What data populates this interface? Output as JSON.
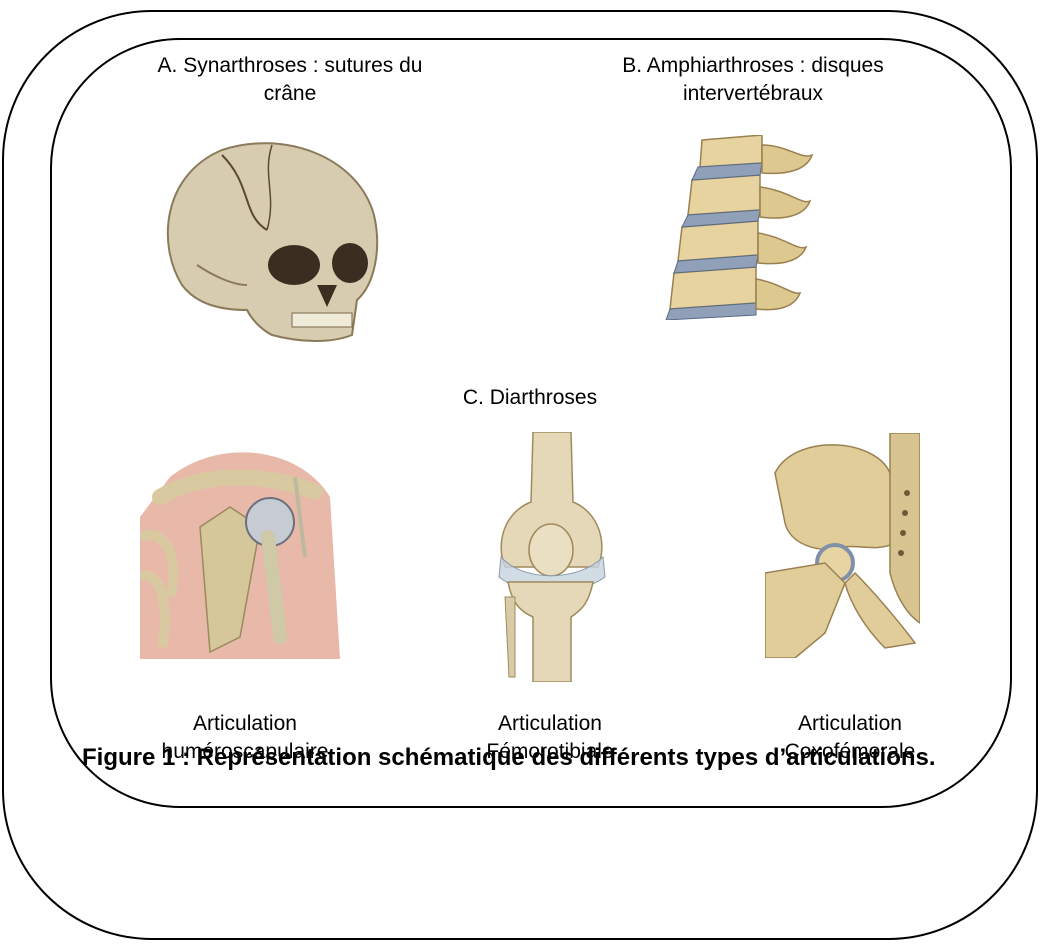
{
  "figure": {
    "section_a": {
      "line1": "A. Synarthroses : sutures du",
      "line2": "crâne"
    },
    "section_b": {
      "line1": "B. Amphiarthroses : disques",
      "line2": "intervertébraux"
    },
    "section_c": {
      "title": "C. Diarthroses"
    },
    "joints": [
      {
        "line1": "Articulation",
        "line2": "huméroscapulaire"
      },
      {
        "line1": "Articulation",
        "line2": "Fémorotibiale"
      },
      {
        "line1": "Articulation",
        "line2": "Coxofémorale"
      }
    ],
    "caption": "Figure 1 : Représentation schématique des différents types d’articulations."
  }
}
